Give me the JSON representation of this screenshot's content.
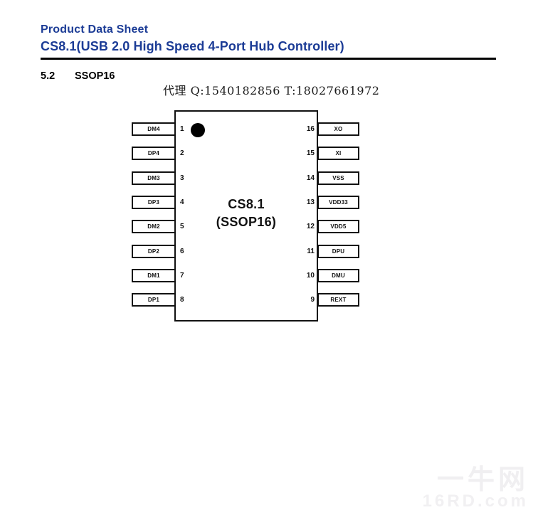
{
  "header": {
    "line1": "Product Data Sheet",
    "line2": "CS8.1(USB 2.0 High Speed 4-Port Hub Controller)",
    "text_color": "#1c3c96"
  },
  "section": {
    "number": "5.2",
    "title": "SSOP16"
  },
  "agent_note": "代理 Q:1540182856 T:18027661972",
  "chip": {
    "name": "CS8.1",
    "package": "(SSOP16)"
  },
  "pins": {
    "left": [
      {
        "number": "1",
        "label": "DM4"
      },
      {
        "number": "2",
        "label": "DP4"
      },
      {
        "number": "3",
        "label": "DM3"
      },
      {
        "number": "4",
        "label": "DP3"
      },
      {
        "number": "5",
        "label": "DM2"
      },
      {
        "number": "6",
        "label": "DP2"
      },
      {
        "number": "7",
        "label": "DM1"
      },
      {
        "number": "8",
        "label": "DP1"
      }
    ],
    "right": [
      {
        "number": "16",
        "label": "XO"
      },
      {
        "number": "15",
        "label": "XI"
      },
      {
        "number": "14",
        "label": "VSS"
      },
      {
        "number": "13",
        "label": "VDD33"
      },
      {
        "number": "12",
        "label": "VDD5"
      },
      {
        "number": "11",
        "label": "DPU"
      },
      {
        "number": "10",
        "label": "DMU"
      },
      {
        "number": "9",
        "label": "REXT"
      }
    ]
  },
  "watermark": {
    "line1": "一牛网",
    "line2": "16RD.com",
    "color": "#f0eff1"
  }
}
